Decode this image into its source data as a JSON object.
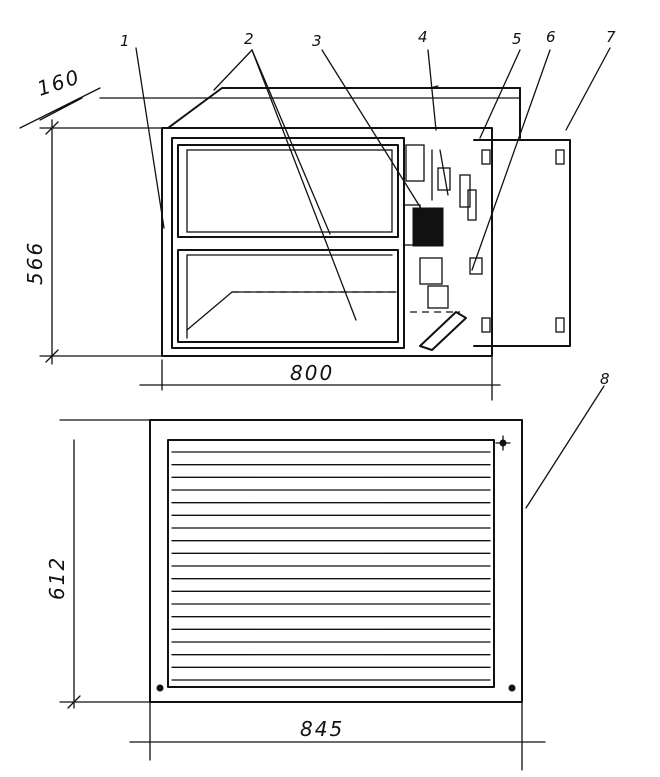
{
  "callouts": [
    "1",
    "2",
    "3",
    "4",
    "5",
    "6",
    "7",
    "8"
  ],
  "dimensions": {
    "depth": "160",
    "height_top": "566",
    "width_top": "800",
    "height_bottom": "612",
    "width_bottom": "845"
  }
}
